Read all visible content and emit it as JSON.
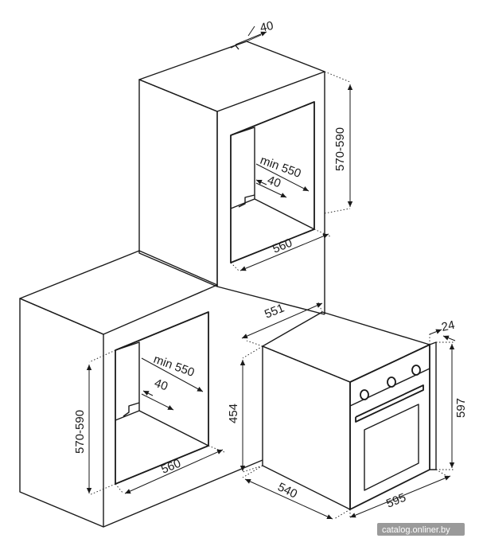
{
  "dimensions": {
    "tall_depth_top": "40",
    "tall_height": "570-590",
    "tall_niche_min_depth": "min 550",
    "tall_niche_gap": "40",
    "tall_niche_width": "560",
    "low_height": "570-590",
    "low_niche_min_depth": "min 550",
    "low_niche_gap": "40",
    "low_niche_width": "560",
    "oven_depth_top": "551",
    "oven_front_thickness": "24",
    "oven_height_front": "597",
    "oven_body_height": "454",
    "oven_body_depth": "540",
    "oven_width": "595"
  },
  "watermark": "catalog.onliner.by",
  "colors": {
    "line": "#1a1a1a",
    "background": "#ffffff",
    "watermark_bg": "#9a9a9a"
  }
}
